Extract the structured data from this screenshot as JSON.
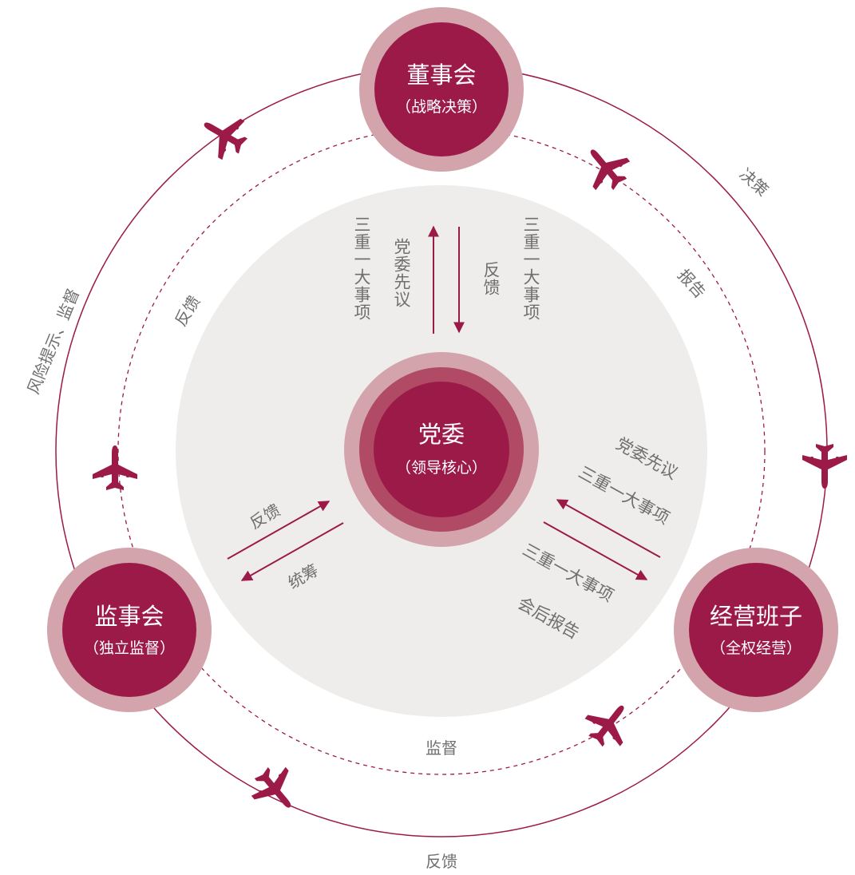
{
  "colors": {
    "primary": "#9c1a48",
    "ring": "#d4a4ad",
    "ring_inner": "#b04a65",
    "background_disc": "#efedec",
    "label_text": "#6f6f6f"
  },
  "nodes": {
    "center": {
      "title": "党委",
      "subtitle": "（领导核心）"
    },
    "top": {
      "title": "董事会",
      "subtitle": "（战略决策）"
    },
    "left": {
      "title": "监事会",
      "subtitle": "（独立监督）"
    },
    "right": {
      "title": "经营班子",
      "subtitle": "（全权经营）"
    }
  },
  "labels": {
    "top_left_col1": "三重一大事项",
    "top_left_col2": "党委先议",
    "top_right_col1": "反馈",
    "top_right_col2": "三重一大事项",
    "right_upper_line1": "党委先议",
    "right_upper_line2": "三重一大事项",
    "right_lower_line1": "三重一大事项",
    "right_lower_line2": "会后报告",
    "left_upper": "反馈",
    "left_lower": "统筹",
    "outer_topright_decision": "决策",
    "outer_topright_report": "报告",
    "outer_left_risk": "风险提示、监督",
    "outer_left_feedback": "反馈",
    "bottom_supervise": "监督",
    "bottom_feedback": "反馈"
  },
  "icons": [
    "airplane-icon"
  ]
}
